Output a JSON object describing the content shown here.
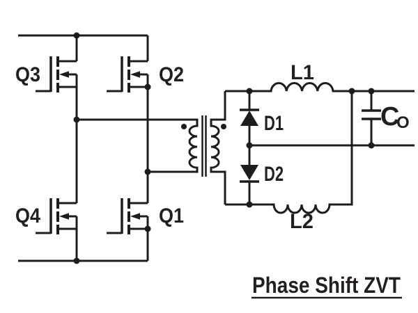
{
  "title": {
    "text": "Phase Shift ZVT"
  },
  "components": {
    "q3": {
      "label": "Q3"
    },
    "q2": {
      "label": "Q2"
    },
    "q4": {
      "label": "Q4"
    },
    "q1": {
      "label": "Q1"
    },
    "l1": {
      "label": "L1"
    },
    "l2": {
      "label": "L2"
    },
    "d1": {
      "label": "D1"
    },
    "d2": {
      "label": "D2"
    },
    "co": {
      "label": "C",
      "subscript": "O"
    }
  },
  "colors": {
    "background": "#ffffff",
    "line": "#1d1d1b",
    "text": "#231f20"
  }
}
